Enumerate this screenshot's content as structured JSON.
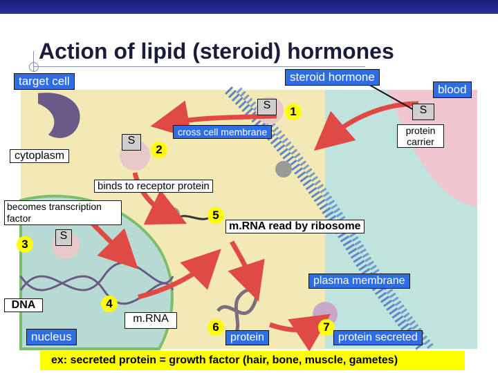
{
  "title": "Action of lipid (steroid) hormones",
  "labels": {
    "target_cell": "target cell",
    "steroid_hormone": "steroid hormone",
    "blood": "blood",
    "cytoplasm": "cytoplasm",
    "cross_cell_membrane": "cross cell membrane",
    "protein_carrier": "protein carrier",
    "binds_to_receptor": "binds to receptor protein",
    "becomes_tf": "becomes transcription factor",
    "mrna_ribosome": "m.RNA read by ribosome",
    "plasma_membrane": "plasma membrane",
    "dna": "DNA",
    "mrna": "m.RNA",
    "nucleus": "nucleus",
    "protein": "protein",
    "protein_secreted": "protein secreted",
    "footer": "ex: secreted protein = growth factor (hair, bone, muscle, gametes)"
  },
  "hormone_symbol": "S",
  "steps": [
    "1",
    "2",
    "3",
    "4",
    "5",
    "6",
    "7"
  ],
  "colors": {
    "topbar": "#1f2488",
    "label_blue": "#2d6ee6",
    "step_yellow": "#ffff00",
    "arrow": "#e04a45",
    "cytoplasm": "#f3e9b5",
    "blood": "#f0c6d0",
    "nucleus": "#b7dbd2"
  }
}
